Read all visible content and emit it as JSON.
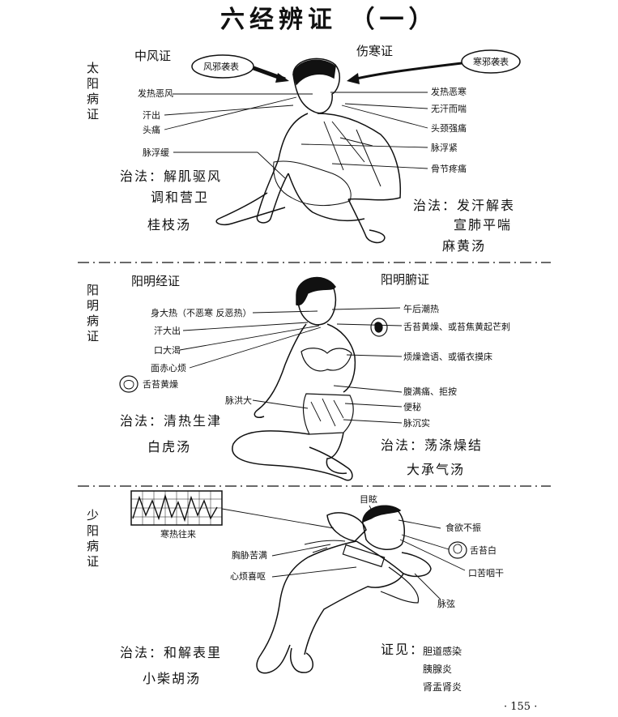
{
  "page_title": "六经辨证 （一）",
  "page_number": "· 155 ·",
  "taiyang": {
    "section_label": "太阳病证",
    "left_heading": "中风证",
    "right_heading": "伤寒证",
    "left_cause": "风邪袭表",
    "right_cause": "寒邪袭表",
    "left_symptoms": [
      "发热恶风",
      "汗出",
      "头痛",
      "脉浮缓"
    ],
    "right_symptoms": [
      "发热恶寒",
      "无汗而喘",
      "头颈强痛",
      "脉浮紧",
      "骨节疼痛"
    ],
    "left_treatment": [
      "治法：解肌驱风",
      "调和营卫",
      "桂枝汤"
    ],
    "right_treatment": [
      "治法：发汗解表",
      "宣肺平喘",
      "麻黄汤"
    ]
  },
  "yangming": {
    "section_label": "阳明病证",
    "left_heading": "阳明经证",
    "right_heading": "阳明腑证",
    "left_symptoms": [
      "身大热（不恶寒 反恶热）",
      "汗大出",
      "口大渴",
      "面赤心烦",
      "舌苔黄燥",
      "脉洪大"
    ],
    "right_symptoms": [
      "午后潮热",
      "舌苔黄燥、或苔焦黄起芒刺",
      "烦燥谵语、或循衣摸床",
      "腹满痛、拒按",
      "便秘",
      "脉沉实"
    ],
    "left_treatment": [
      "治法：清热生津",
      "白虎汤"
    ],
    "right_treatment": [
      "治法：荡涤燥结",
      "大承气汤"
    ]
  },
  "shaoyang": {
    "section_label": "少阳病证",
    "chart_caption": "寒热往来",
    "symptoms": [
      "目眩",
      "食欲不振",
      "舌苔白",
      "口苦咽干",
      "胸胁苦满",
      "心烦喜呕",
      "脉弦"
    ],
    "treatment": [
      "治法：和解表里",
      "小柴胡汤"
    ],
    "seen_in_label": "证见：",
    "seen_in": [
      "胆道感染",
      "胰腺炎",
      "肾盂肾炎"
    ]
  },
  "colors": {
    "ink": "#111111",
    "paper": "#ffffff"
  }
}
